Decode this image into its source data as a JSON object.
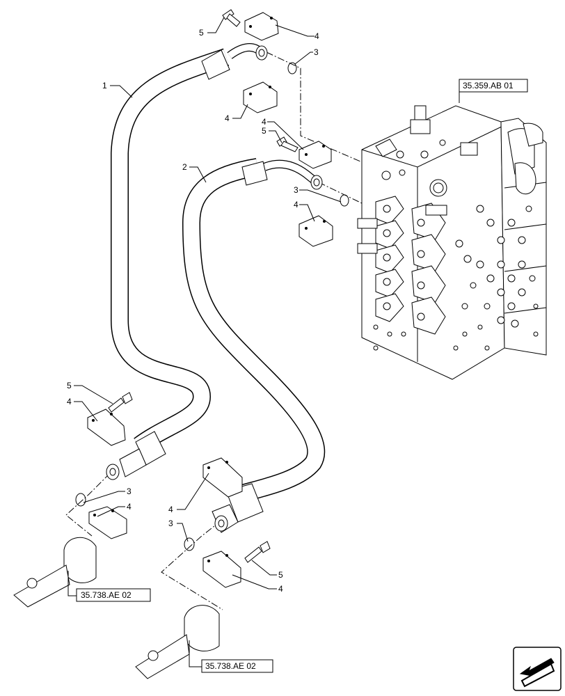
{
  "callouts": [
    {
      "id": "c5a",
      "text": "5"
    },
    {
      "id": "c4a",
      "text": "4"
    },
    {
      "id": "c3a",
      "text": "3"
    },
    {
      "id": "c1",
      "text": "1"
    },
    {
      "id": "c4b",
      "text": "4"
    },
    {
      "id": "c4c",
      "text": "4"
    },
    {
      "id": "c5b",
      "text": "5"
    },
    {
      "id": "c2",
      "text": "2"
    },
    {
      "id": "c3b",
      "text": "3"
    },
    {
      "id": "c4d",
      "text": "4"
    },
    {
      "id": "c5c",
      "text": "5"
    },
    {
      "id": "c4e",
      "text": "4"
    },
    {
      "id": "c3c",
      "text": "3"
    },
    {
      "id": "c4f",
      "text": "4"
    },
    {
      "id": "c4g",
      "text": "4"
    },
    {
      "id": "c3d",
      "text": "3"
    },
    {
      "id": "c5d",
      "text": "5"
    },
    {
      "id": "c4h",
      "text": "4"
    }
  ],
  "references": {
    "valve": "35.359.AB 01",
    "pipe_left": "35.738.AE 02",
    "pipe_right": "35.738.AE 02"
  },
  "icons": {
    "nav": "arrow-nav-icon"
  }
}
